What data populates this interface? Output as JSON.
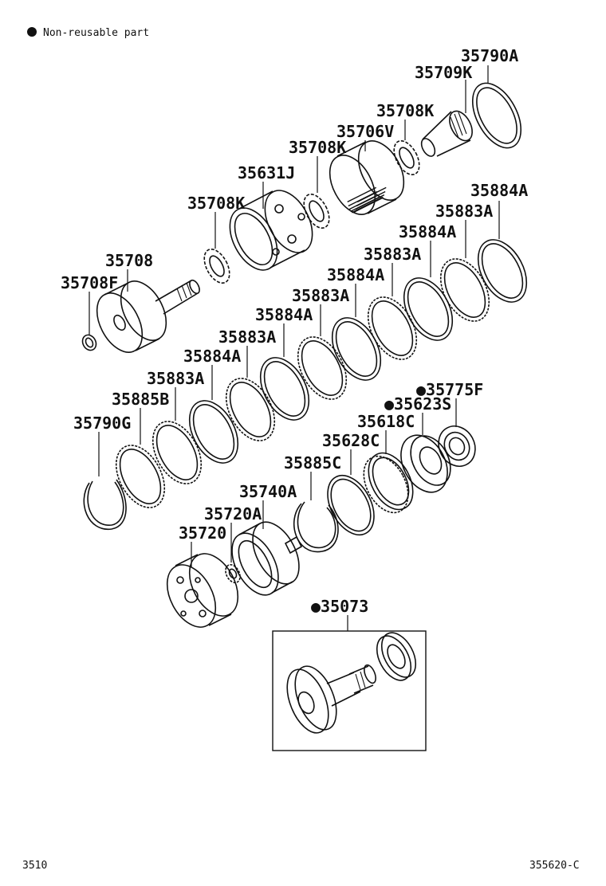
{
  "legend": {
    "bullet": "●",
    "text": "Non-reusable part"
  },
  "footer": {
    "left": "3510",
    "right": "355620-C"
  },
  "parts": [
    {
      "id": "35790A"
    },
    {
      "id": "35709K"
    },
    {
      "id": "35708K_a"
    },
    {
      "id": "35706V"
    },
    {
      "id": "35708K_b"
    },
    {
      "id": "35631J"
    },
    {
      "id": "35708K_c"
    },
    {
      "id": "35708"
    },
    {
      "id": "35708F"
    },
    {
      "id": "35884A_1"
    },
    {
      "id": "35883A_1"
    },
    {
      "id": "35884A_2"
    },
    {
      "id": "35883A_2"
    },
    {
      "id": "35884A_3"
    },
    {
      "id": "35883A_3"
    },
    {
      "id": "35884A_4"
    },
    {
      "id": "35883A_4"
    },
    {
      "id": "35884A_5"
    },
    {
      "id": "35883A_5"
    },
    {
      "id": "35885B"
    },
    {
      "id": "35790G"
    },
    {
      "id": "35775F"
    },
    {
      "id": "35623S"
    },
    {
      "id": "35618C"
    },
    {
      "id": "35628C"
    },
    {
      "id": "35885C"
    },
    {
      "id": "35740A"
    },
    {
      "id": "35720A"
    },
    {
      "id": "35720"
    },
    {
      "id": "35073"
    }
  ],
  "labels": {
    "p35790A": "35790A",
    "p35709K": "35709K",
    "p35708K_a": "35708K",
    "p35706V": "35706V",
    "p35708K_b": "35708K",
    "p35631J": "35631J",
    "p35708K_c": "35708K",
    "p35708": "35708",
    "p35708F": "35708F",
    "p35884A_1": "35884A",
    "p35883A_1": "35883A",
    "p35884A_2": "35884A",
    "p35883A_2": "35883A",
    "p35884A_3": "35884A",
    "p35883A_3": "35883A",
    "p35884A_4": "35884A",
    "p35883A_4": "35883A",
    "p35884A_5": "35884A",
    "p35883A_5": "35883A",
    "p35885B": "35885B",
    "p35790G": "35790G",
    "p35775F": "●35775F",
    "p35623S": "●35623S",
    "p35618C": "35618C",
    "p35628C": "35628C",
    "p35885C": "35885C",
    "p35740A": "35740A",
    "p35720A": "35720A",
    "p35720": "35720",
    "p35073": "●35073"
  }
}
